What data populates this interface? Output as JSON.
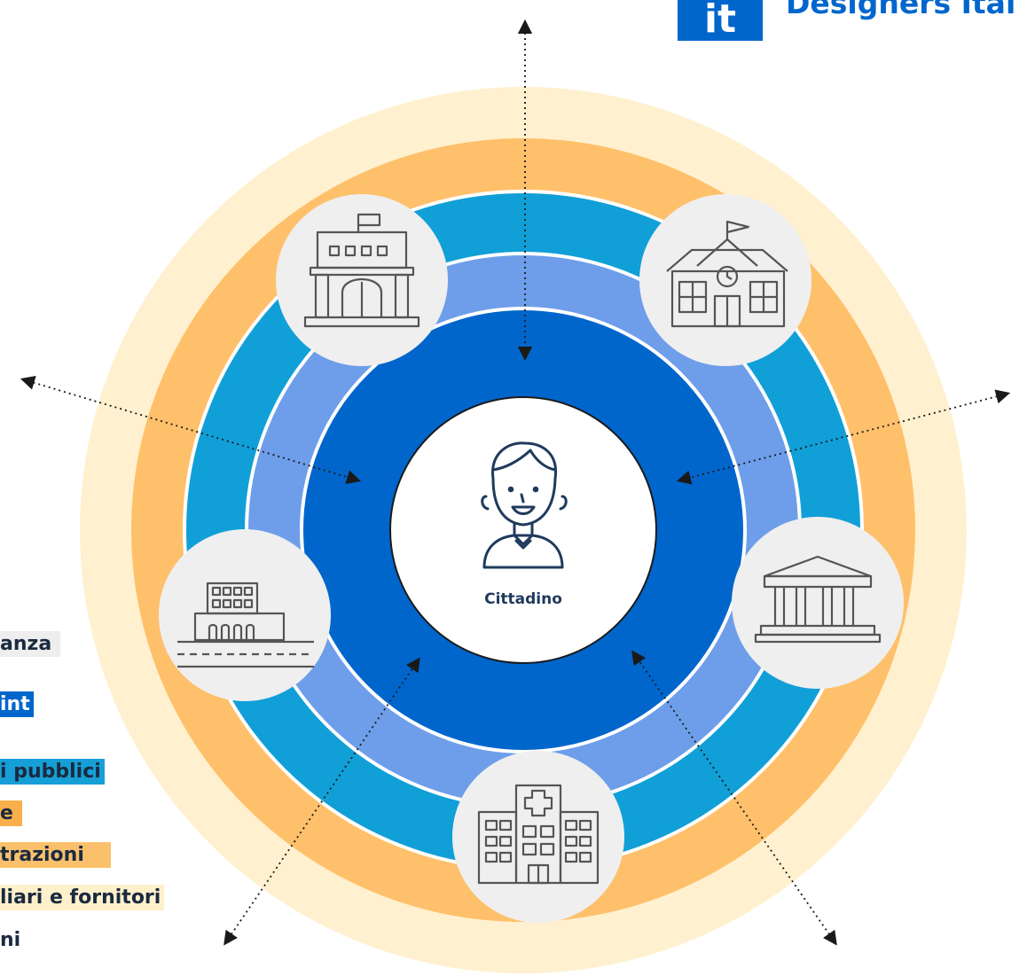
{
  "logo": {
    "mark": "it",
    "text": "Designers Ital"
  },
  "center": {
    "label": "Cittadino",
    "icon": "citizen-icon"
  },
  "satellites": [
    {
      "icon": "town-hall-icon"
    },
    {
      "icon": "school-icon"
    },
    {
      "icon": "courthouse-icon"
    },
    {
      "icon": "hospital-icon"
    },
    {
      "icon": "station-icon"
    }
  ],
  "legend": [
    {
      "text": "anza",
      "bg": "#eeeeee"
    },
    {
      "text": "int",
      "bg": "#0066cc"
    },
    {
      "text": "i pubblici",
      "bg": "#169fd6"
    },
    {
      "text": "e",
      "bg": "#f9b04c"
    },
    {
      "text": "trazioni",
      "bg": "#fbc06c"
    },
    {
      "text": "liari e fornitori",
      "bg": "#fff0cc"
    },
    {
      "text": "ni",
      "bg": "#ffffff"
    }
  ],
  "colors": {
    "ring_outer": "#fff1cf",
    "ring_orange": "#ffc06b",
    "ring_cyan": "#119fd8",
    "ring_light_blue": "#6e9eea",
    "ring_dark_blue": "#0066cc",
    "center_fill": "#ffffff",
    "icon_circle": "#efefef",
    "icon_stroke": "#555555",
    "arrow": "#1a1a1a",
    "brand": "#0066cc"
  }
}
